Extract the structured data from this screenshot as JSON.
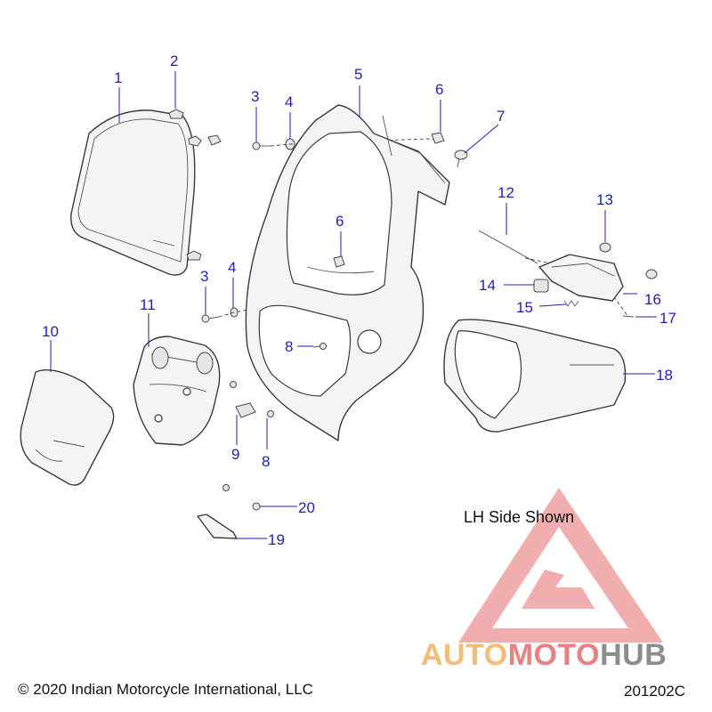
{
  "note": "LH Side Shown",
  "copyright": "© 2020 Indian Motorcycle International, LLC",
  "drawing_number": "201202C",
  "watermark": {
    "word_parts": [
      "AUTO",
      "MOTO",
      "HUB"
    ],
    "colors": {
      "auto": "#f0b260",
      "moto": "#e46c6c",
      "hub": "#787878",
      "triangle": "#e46c6c"
    }
  },
  "callout_color": "#1f1fb4",
  "callouts": [
    "1",
    "2",
    "3",
    "4",
    "5",
    "6",
    "7",
    "3",
    "4",
    "6",
    "12",
    "13",
    "14",
    "16",
    "15",
    "17",
    "18",
    "11",
    "10",
    "8",
    "9",
    "8",
    "20",
    "19"
  ]
}
